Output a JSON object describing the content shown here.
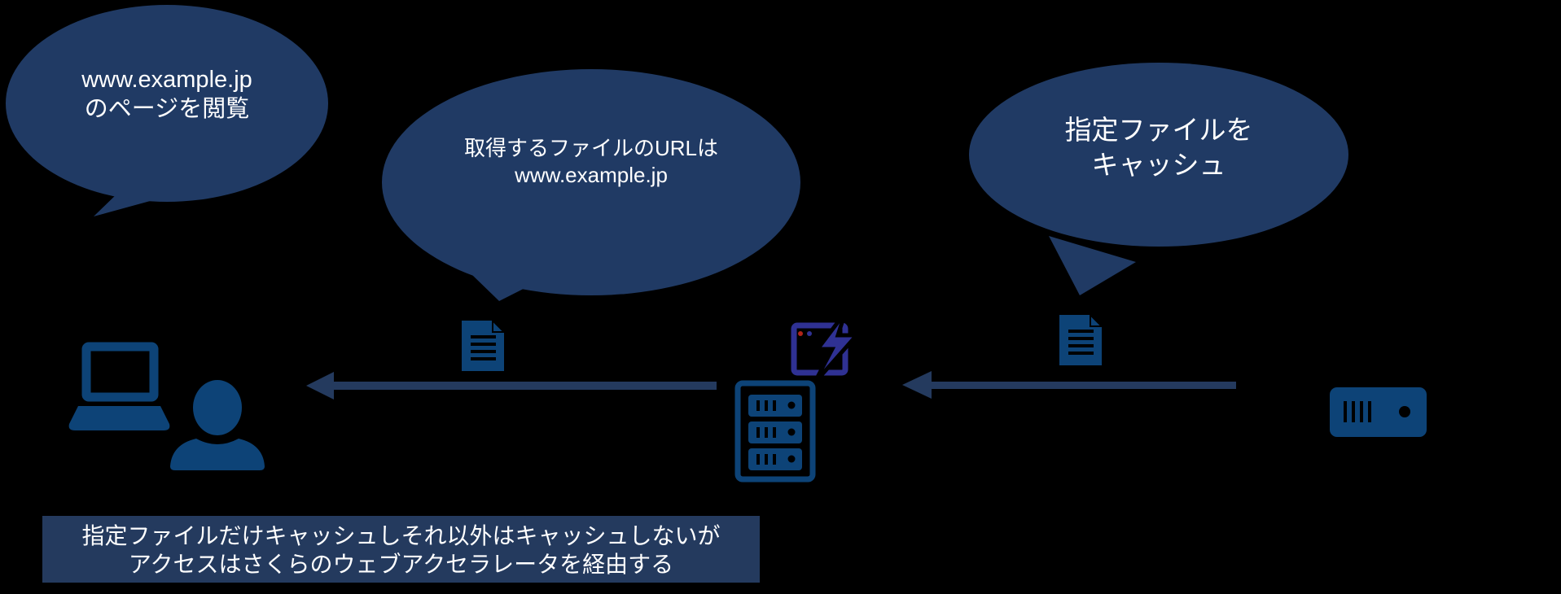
{
  "colors": {
    "background": "#000000",
    "bubble": "#203A64",
    "arrow": "#243A5E",
    "panel": "#243A5E",
    "icon": "#0D4377",
    "accent": "#2F3193",
    "dot_red": "#B02418",
    "text": "#FFFFFF"
  },
  "bubbles": {
    "browse": {
      "line1": "www.example.jp",
      "line2": "のページを閲覧"
    },
    "fetch": {
      "line1": "取得するファイルのURLは",
      "line2": "www.example.jp"
    },
    "cache": {
      "line1": "指定ファイルを",
      "line2": "キャッシュ"
    }
  },
  "caption": {
    "line1": "指定ファイルだけキャッシュしそれ以外はキャッシュしないが",
    "line2": "アクセスはさくらのウェブアクセラレータを経由する"
  },
  "icons": {
    "laptop": "laptop-icon",
    "user": "user-icon",
    "document_left": "document-icon",
    "document_right": "document-icon",
    "web_accelerator": "web-accelerator-lightning-icon",
    "cache_server": "cache-server-rack-icon",
    "origin_server": "origin-server-icon",
    "arrow_to_user": "arrow-left-icon",
    "arrow_to_cache": "arrow-left-icon"
  }
}
